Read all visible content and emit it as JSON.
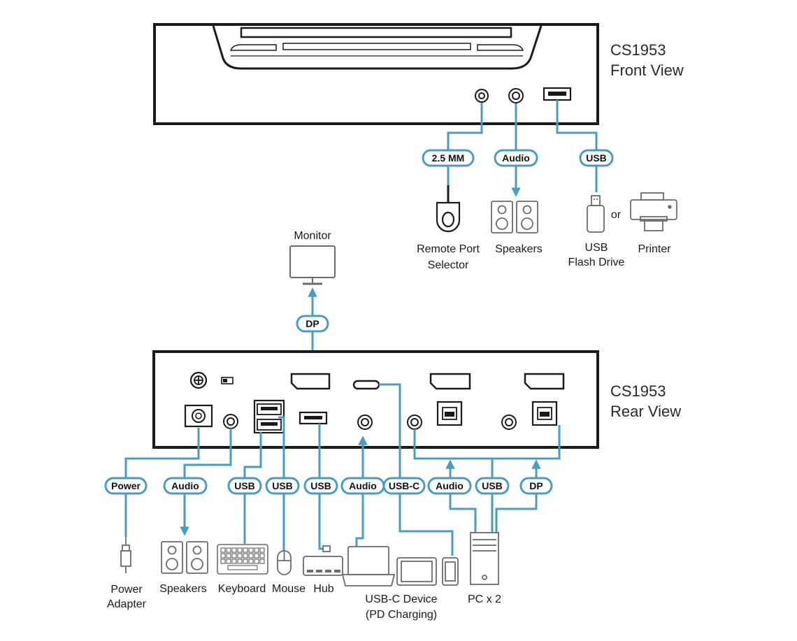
{
  "front": {
    "title_line1": "CS1953",
    "title_line2": "Front View",
    "connectors": {
      "mm25": "2.5 MM",
      "audio": "Audio",
      "usb": "USB"
    },
    "devices": {
      "remote_line1": "Remote Port",
      "remote_line2": "Selector",
      "speakers": "Speakers",
      "flash_line1": "USB",
      "flash_line2": "Flash Drive",
      "or": "or",
      "printer": "Printer"
    }
  },
  "monitor": {
    "label": "Monitor",
    "connector": "DP"
  },
  "rear": {
    "title_line1": "CS1953",
    "title_line2": "Rear View",
    "connectors": {
      "power": "Power",
      "audio_left": "Audio",
      "usb_keyboard": "USB",
      "usb_mouse": "USB",
      "usb_hub": "USB",
      "audio_usbc": "Audio",
      "usbc": "USB-C",
      "audio_pc": "Audio",
      "usb_pc": "USB",
      "dp_pc": "DP"
    },
    "devices": {
      "power_line1": "Power",
      "power_line2": "Adapter",
      "speakers": "Speakers",
      "keyboard": "Keyboard",
      "mouse": "Mouse",
      "hub": "Hub",
      "usbc_line1": "USB-C Device",
      "usbc_line2": "(PD Charging)",
      "pc": "PC x 2"
    }
  },
  "colors": {
    "cable": "#4a9dc0",
    "device": "#1a1a1a",
    "icon_gray": "#6b6b6b"
  }
}
